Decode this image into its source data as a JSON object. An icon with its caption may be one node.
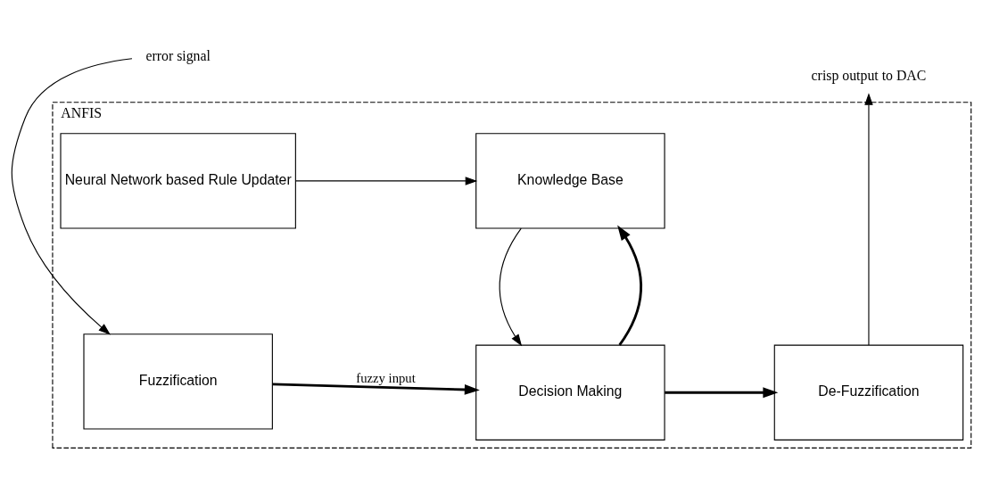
{
  "diagram": {
    "nodes": [
      {
        "text": [
          "ANFIS"
        ]
      },
      {
        "text": [
          "Neural Network based Rule Updater"
        ],
        "in": 0
      },
      {
        "text": [
          "Knowledge Base"
        ],
        "in": 0
      },
      {
        "text": [
          "Fuzzification"
        ],
        "in": 0
      },
      {
        "text": [
          "Decision Making"
        ],
        "in": 0
      },
      {
        "text": [
          "De-Fuzzification"
        ],
        "in": 0
      },
      {
        "text": [
          "error signal"
        ]
      },
      {
        "text": [
          "crisp output to DAC"
        ]
      }
    ],
    "edges": [
      {
        "from": 1,
        "to": 2,
        "arrow": "to"
      },
      {
        "from": 4,
        "to": 2,
        "arrow": "to",
        "style": "thick"
      },
      {
        "from": 2,
        "to": 4,
        "arrow": "to"
      },
      {
        "from": 3,
        "to": 4,
        "arrow": "to",
        "label": "fuzzy input",
        "style": "thick"
      },
      {
        "from": 4,
        "to": 5,
        "arrow": "to",
        "style": "thick"
      },
      {
        "from": 6,
        "to": 3,
        "arrow": "to"
      },
      {
        "from": 5,
        "to": 7,
        "arrow": "to"
      }
    ]
  }
}
